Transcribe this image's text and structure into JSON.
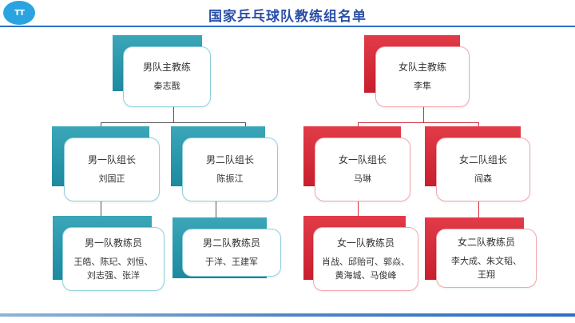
{
  "header": {
    "logo_text": "TT",
    "title": "国家乒乓球队教练组名单"
  },
  "colors": {
    "men_accent": "#1e8aa0",
    "women_accent": "#c81f2e",
    "title_color": "#2a4fa8",
    "header_line": "#2a6fc4"
  },
  "men": {
    "head": {
      "title": "男队主教练",
      "name": "秦志戬"
    },
    "team1_leader": {
      "title": "男一队组长",
      "name": "刘国正"
    },
    "team2_leader": {
      "title": "男二队组长",
      "name": "陈振江"
    },
    "team1_coaches": {
      "title": "男一队教练员",
      "names_line1": "王皓、陈玘、刘恒、",
      "names_line2": "刘志强、张洋"
    },
    "team2_coaches": {
      "title": "男二队教练员",
      "names_line1": "于洋、王建军",
      "names_line2": ""
    }
  },
  "women": {
    "head": {
      "title": "女队主教练",
      "name": "李隼"
    },
    "team1_leader": {
      "title": "女一队组长",
      "name": "马琳"
    },
    "team2_leader": {
      "title": "女二队组长",
      "name": "阎森"
    },
    "team1_coaches": {
      "title": "女一队教练员",
      "names_line1": "肖战、邱贻可、郭焱、",
      "names_line2": "黄海城、马俊峰"
    },
    "team2_coaches": {
      "title": "女二队教练员",
      "names_line1": "李大成、朱文韬、",
      "names_line2": "王翔"
    }
  }
}
